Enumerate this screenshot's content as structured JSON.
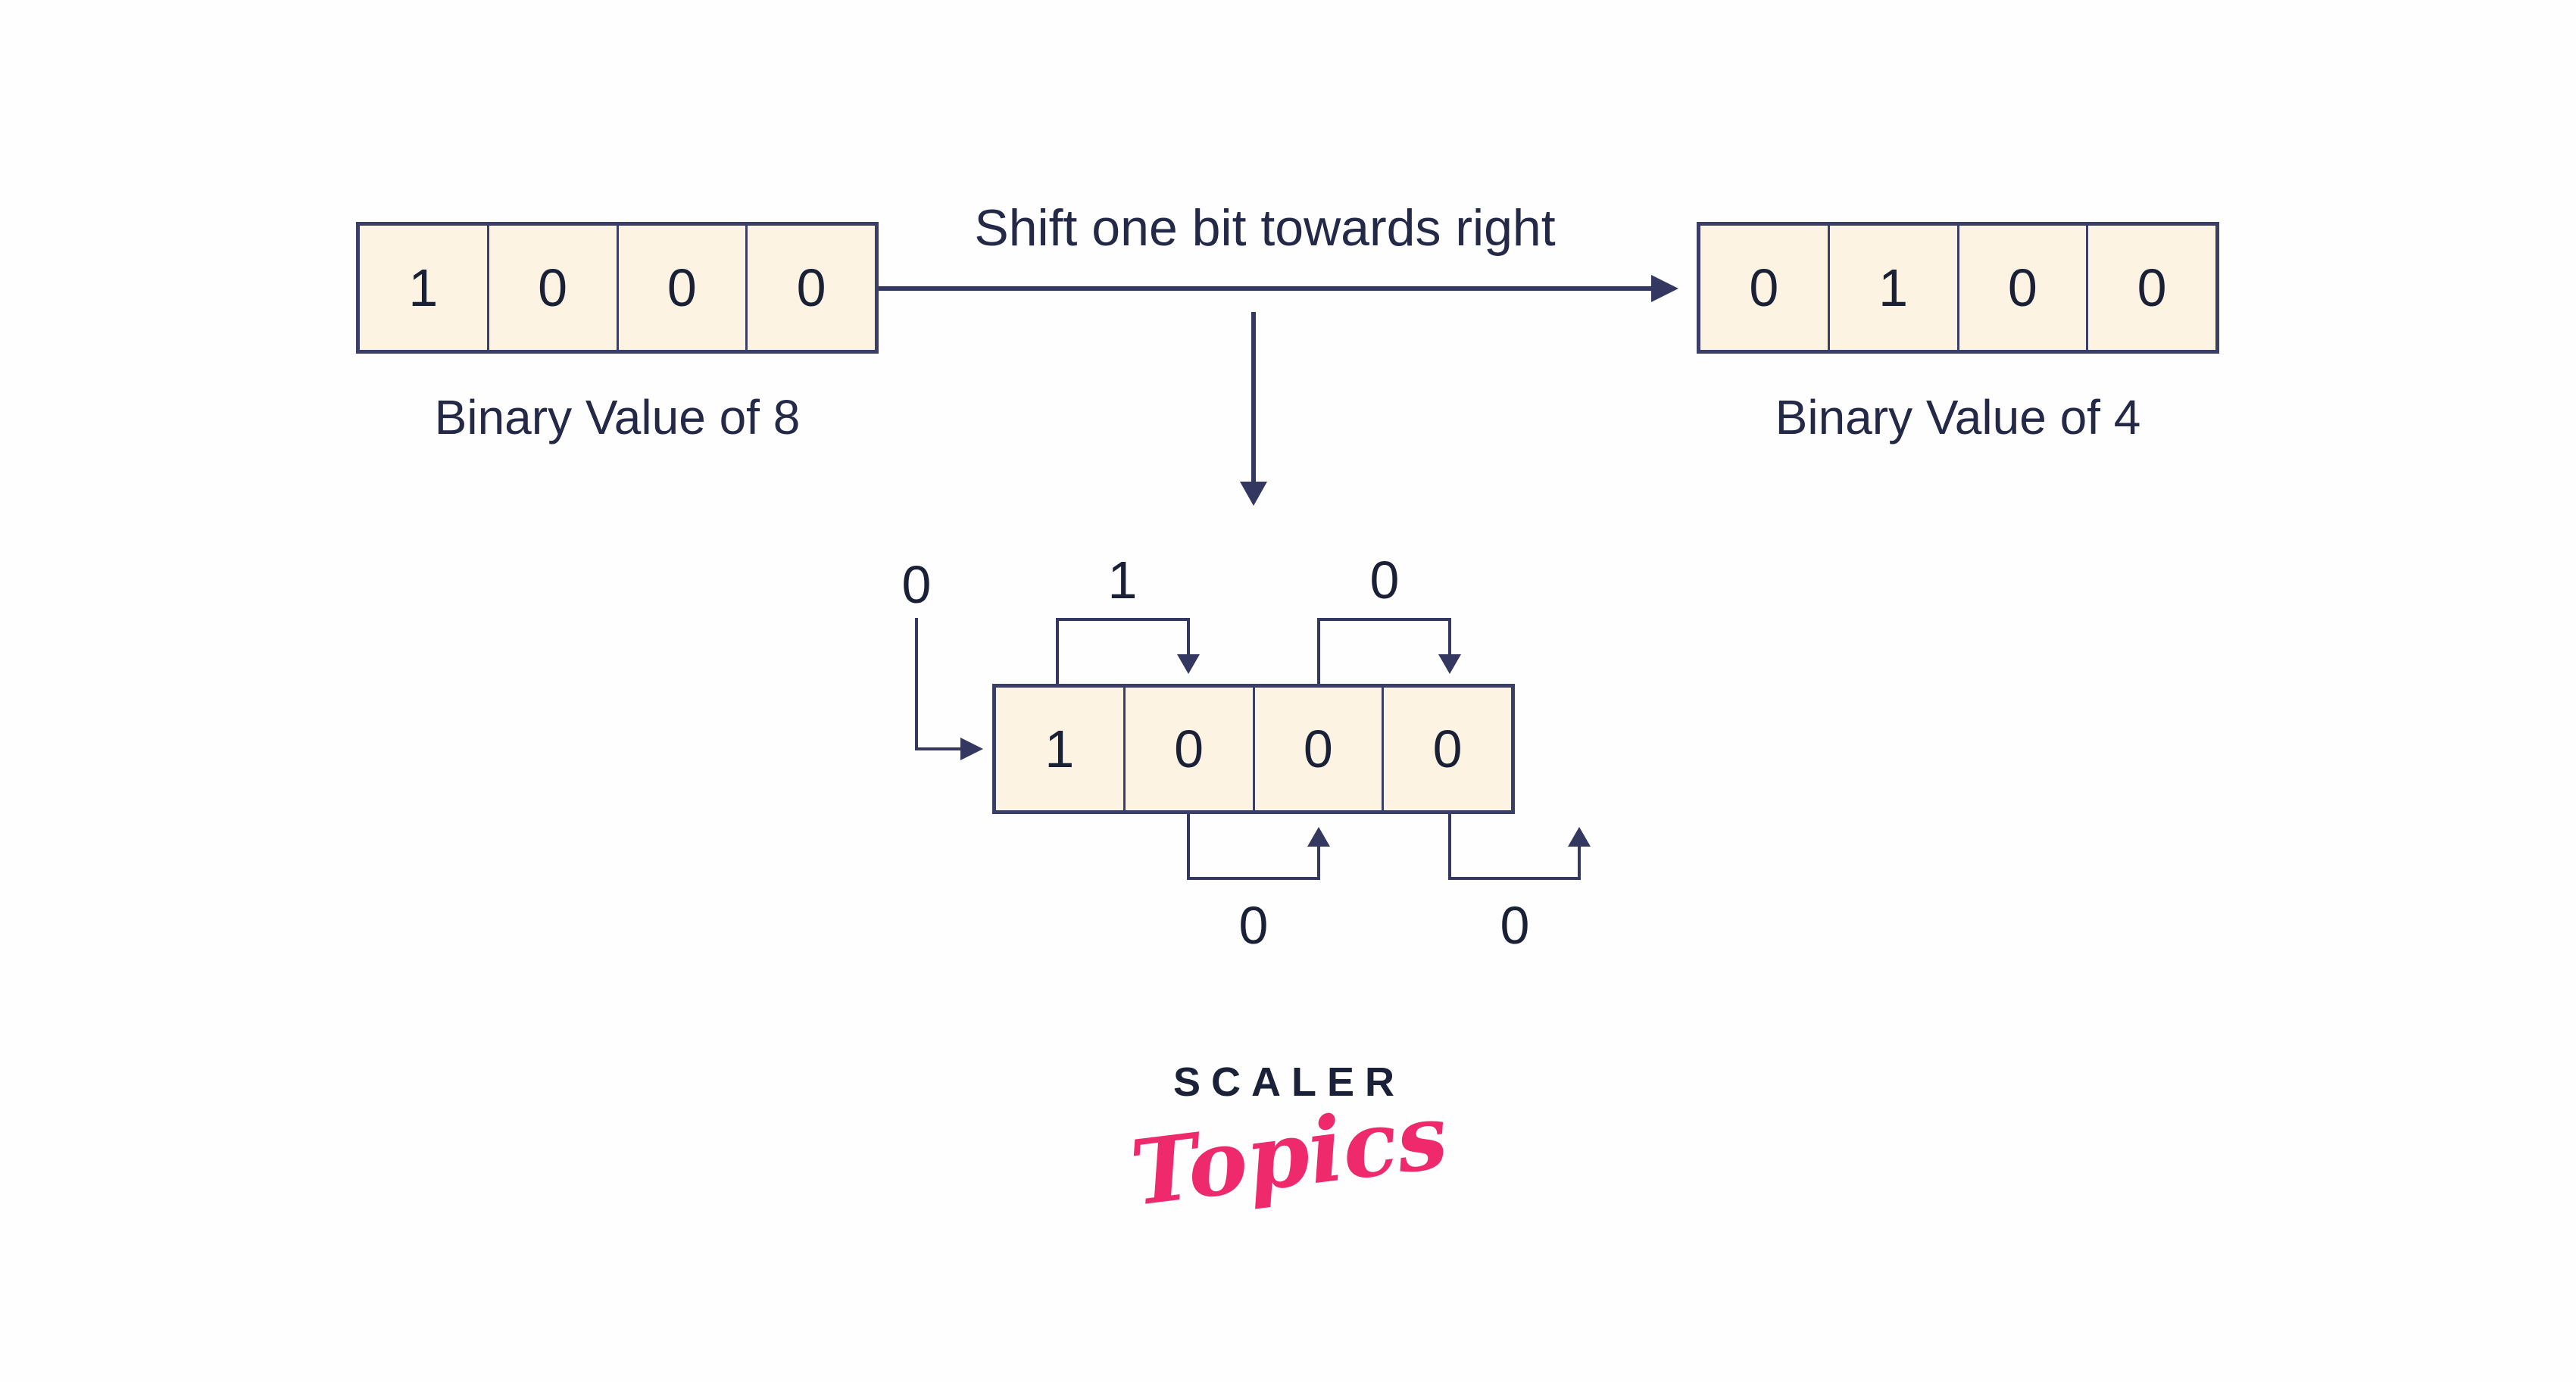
{
  "colors": {
    "ink": "#232946",
    "digit": "#1A2036",
    "line": "#343760",
    "box-border": "#3B3E66",
    "box-fill": "#FCF3E3",
    "brand-navy": "#1B2138",
    "brand-pink": "#EE2A6C",
    "bg": "#FEFEFE"
  },
  "title": "Shift one bit towards right",
  "registers": {
    "source": {
      "bits": [
        "1",
        "0",
        "0",
        "0"
      ],
      "caption": "Binary Value of 8"
    },
    "result": {
      "bits": [
        "0",
        "1",
        "0",
        "0"
      ],
      "caption": "Binary Value of 4"
    },
    "detail": {
      "bits": [
        "1",
        "0",
        "0",
        "0"
      ]
    }
  },
  "bit_moves": {
    "incoming_bit": "0",
    "top": [
      "1",
      "0"
    ],
    "bottom": [
      "0",
      "0"
    ]
  },
  "logo": {
    "name": "SCALER",
    "sub": "Topics"
  }
}
